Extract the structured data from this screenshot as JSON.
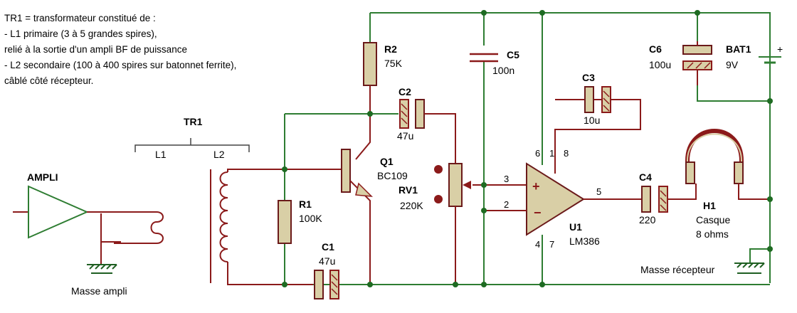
{
  "note": {
    "lines": [
      "TR1 = transformateur constitué de :",
      "- L1 primaire (3 à 5 grandes spires),",
      "relié à la sortie d'un ampli BF de puissance",
      "- L2 secondaire (100 à 400 spires sur batonnet ferrite),",
      "câblé côté récepteur."
    ]
  },
  "components": {
    "ampli": {
      "ref": "AMPLI"
    },
    "tr1": {
      "ref": "TR1",
      "l1": "L1",
      "l2": "L2"
    },
    "r1": {
      "ref": "R1",
      "value": "100K"
    },
    "r2": {
      "ref": "R2",
      "value": "75K"
    },
    "c1": {
      "ref": "C1",
      "value": "47u"
    },
    "c2": {
      "ref": "C2",
      "value": "47u"
    },
    "c3": {
      "ref": "C3",
      "value": "10u"
    },
    "c4": {
      "ref": "C4",
      "value": "220"
    },
    "c5": {
      "ref": "C5",
      "value": "100n"
    },
    "c6": {
      "ref": "C6",
      "value": "100u"
    },
    "q1": {
      "ref": "Q1",
      "value": "BC109"
    },
    "rv1": {
      "ref": "RV1",
      "value": "220K"
    },
    "u1": {
      "ref": "U1",
      "value": "LM386"
    },
    "bat1": {
      "ref": "BAT1",
      "value": "9V",
      "plus": "+"
    },
    "h1": {
      "ref": "H1",
      "value1": "Casque",
      "value2": "8 ohms"
    }
  },
  "pins": {
    "p3": "3",
    "p2": "2",
    "p5": "5",
    "p6": "6",
    "p1": "1",
    "p8": "8",
    "p4": "4",
    "p7": "7",
    "plus": "+",
    "minus": "−"
  },
  "grounds": {
    "ampli": "Masse ampli",
    "recepteur": "Masse récepteur"
  },
  "colors": {
    "wire_green": "#2e7d32",
    "wire_red": "#8b1a1a",
    "component_fill": "#d9cfa6",
    "junction": "#1e6b22"
  }
}
